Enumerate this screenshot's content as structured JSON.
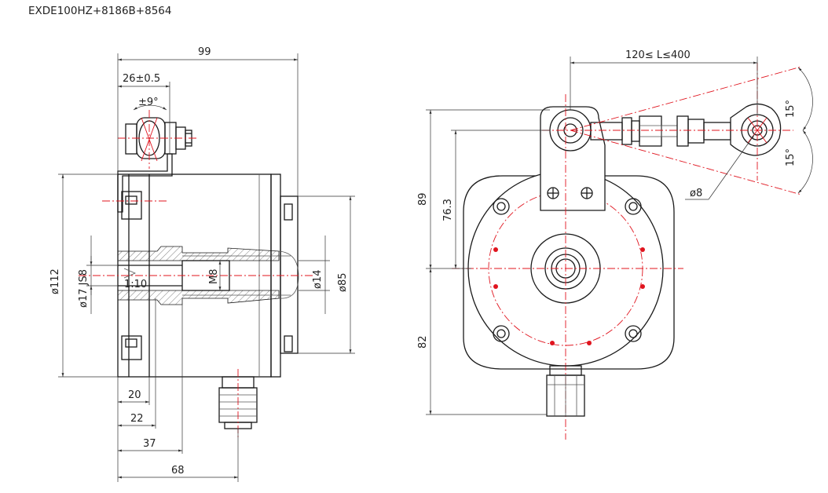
{
  "title": "EXDE100HZ+8186B+8564",
  "side_view": {
    "dim_99": "99",
    "dim_26": "26±0.5",
    "dim_9deg": "±9°",
    "dim_112": "ø112",
    "dim_17": "ø17 JS8",
    "taper": "1:10",
    "m8": "M8",
    "dim_14": "ø14",
    "dim_85": "ø85",
    "dim_20": "20",
    "dim_22": "22",
    "dim_37": "37",
    "dim_68": "68"
  },
  "front_view": {
    "dim_L": "120≤ L≤400",
    "dim_89": "89",
    "dim_76": "76.3",
    "dim_82": "82",
    "dim_15a": "15°",
    "dim_15b": "15°",
    "dim_8": "ø8"
  },
  "colors": {
    "centerline": "#e0141e",
    "outline": "#1a1a1a"
  }
}
